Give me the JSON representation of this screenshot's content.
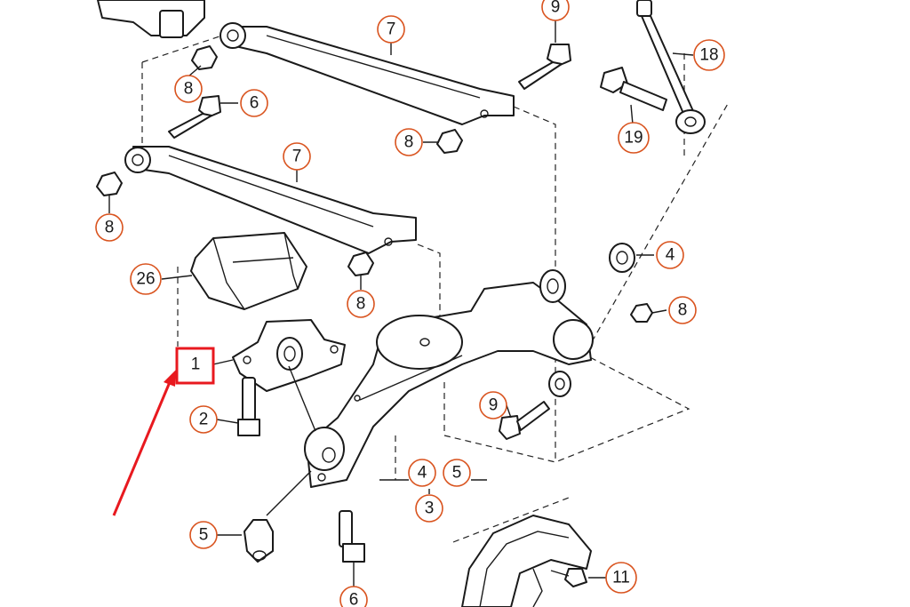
{
  "diagram": {
    "highlight_color": "#e8191f",
    "callout_color": "#d9531e",
    "line_color": "#1a1a1a",
    "callouts": [
      {
        "id": "c-7-top",
        "label": "7"
      },
      {
        "id": "c-9-top",
        "label": "9"
      },
      {
        "id": "c-18",
        "label": "18"
      },
      {
        "id": "c-8-a",
        "label": "8"
      },
      {
        "id": "c-6-top",
        "label": "6"
      },
      {
        "id": "c-19",
        "label": "19"
      },
      {
        "id": "c-8-b",
        "label": "8"
      },
      {
        "id": "c-7-mid",
        "label": "7"
      },
      {
        "id": "c-8-c",
        "label": "8"
      },
      {
        "id": "c-4-right",
        "label": "4"
      },
      {
        "id": "c-26",
        "label": "26"
      },
      {
        "id": "c-8-d",
        "label": "8"
      },
      {
        "id": "c-8-e",
        "label": "8"
      },
      {
        "id": "c-1",
        "label": "1"
      },
      {
        "id": "c-9-mid",
        "label": "9"
      },
      {
        "id": "c-2",
        "label": "2"
      },
      {
        "id": "c-4-bottom",
        "label": "4"
      },
      {
        "id": "c-5-bottom",
        "label": "5"
      },
      {
        "id": "c-3",
        "label": "3"
      },
      {
        "id": "c-5-left",
        "label": "5"
      },
      {
        "id": "c-11",
        "label": "11"
      },
      {
        "id": "c-6-bottom",
        "label": "6"
      }
    ]
  }
}
